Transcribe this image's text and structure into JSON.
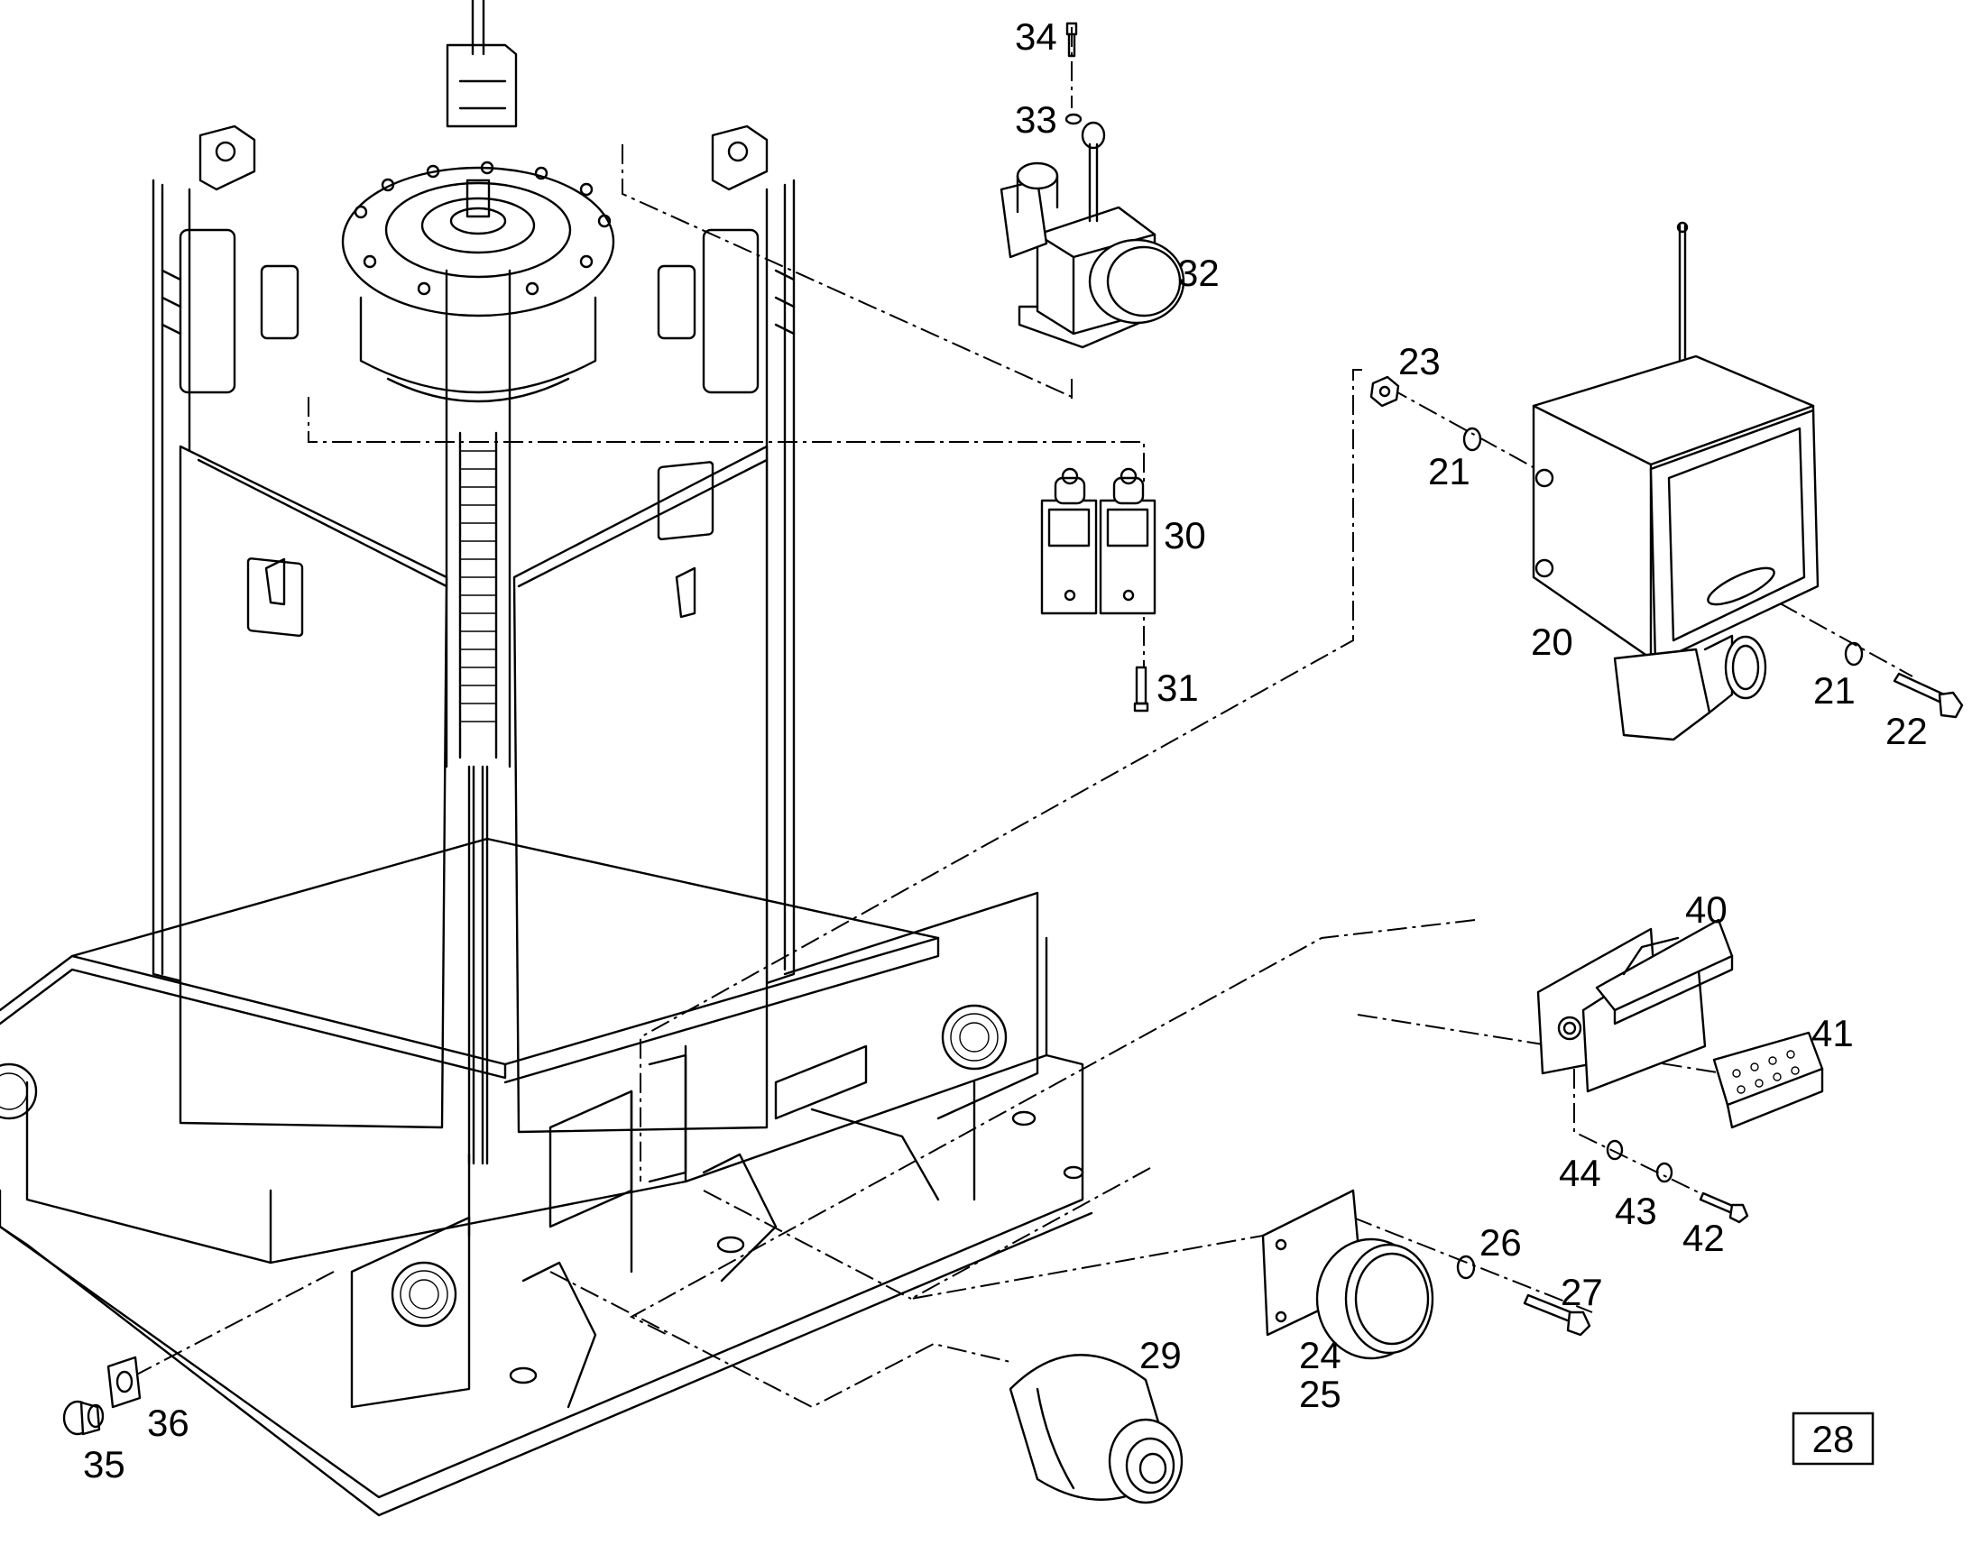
{
  "diagram": {
    "part_labels": [
      {
        "id": "p34",
        "text": "34"
      },
      {
        "id": "p33",
        "text": "33"
      },
      {
        "id": "p32",
        "text": "32"
      },
      {
        "id": "p23",
        "text": "23"
      },
      {
        "id": "p21a",
        "text": "21"
      },
      {
        "id": "p30",
        "text": "30"
      },
      {
        "id": "p31",
        "text": "31"
      },
      {
        "id": "p20",
        "text": "20"
      },
      {
        "id": "p21b",
        "text": "21"
      },
      {
        "id": "p22",
        "text": "22"
      },
      {
        "id": "p40",
        "text": "40"
      },
      {
        "id": "p41",
        "text": "41"
      },
      {
        "id": "p44",
        "text": "44"
      },
      {
        "id": "p43",
        "text": "43"
      },
      {
        "id": "p42",
        "text": "42"
      },
      {
        "id": "p26",
        "text": "26"
      },
      {
        "id": "p27",
        "text": "27"
      },
      {
        "id": "p29",
        "text": "29"
      },
      {
        "id": "p24",
        "text": "24"
      },
      {
        "id": "p25",
        "text": "25"
      },
      {
        "id": "p36",
        "text": "36"
      },
      {
        "id": "p35",
        "text": "35"
      }
    ],
    "page_box": "28"
  },
  "colors": {
    "line": "#000000",
    "background": "#ffffff",
    "shade": "#cfcfcf"
  }
}
